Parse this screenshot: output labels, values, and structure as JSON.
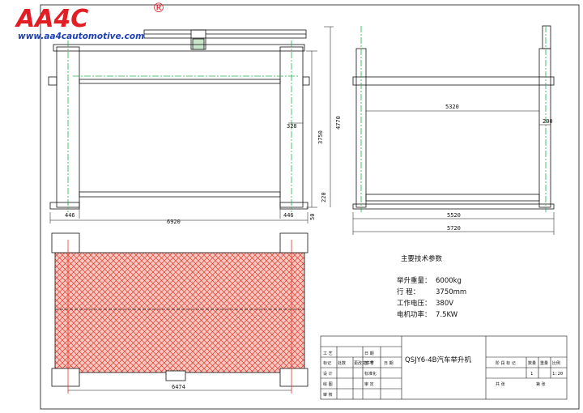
{
  "logo": {
    "brand": "AA4C",
    "registered": "®",
    "website": "www.aa4cautomotive.com",
    "colors": {
      "red": "#e21d24",
      "blue": "#1a3fb5"
    }
  },
  "colors": {
    "line": "#111111",
    "centerline": "#22b14c",
    "hatch": "#e8392b",
    "hatch_bg": "#f7c9c2"
  },
  "front_view": {
    "dim_left_base": "446",
    "dim_right_base": "446",
    "dim_total_width": "6920",
    "dim_column": "328",
    "dim_height": "3750",
    "dim_height_outer": "4770",
    "dim_bottom": "220",
    "dim_gap": "50"
  },
  "side_view": {
    "dim_inner": "5320",
    "dim_column": "200",
    "dim_base": "5520",
    "dim_total": "5720"
  },
  "top_view": {
    "dim_width": "6474"
  },
  "specs": {
    "title": "主要技术参数",
    "items": [
      {
        "label": "举升重量：",
        "value": "6000kg"
      },
      {
        "label": "行    程：",
        "value": "3750mm"
      },
      {
        "label": "工作电压：",
        "value": "380V"
      },
      {
        "label": "电机功率：",
        "value": "7.5KW"
      }
    ]
  },
  "title_block": {
    "drawing_title": "QSJY6-4B汽车举升机",
    "rev_headers": [
      "标记",
      "处数",
      "更改文件号",
      "签 字",
      "日 期"
    ],
    "sign_rows": [
      {
        "left": "设 计",
        "right": "标准化"
      },
      {
        "left": "绘 图",
        "right": "审 定"
      },
      {
        "left": "审 核",
        "right": ""
      },
      {
        "left": "工 艺",
        "right": "日 期"
      }
    ],
    "stage_label": "阶 段 标 记",
    "qty_label": "数量",
    "weight_label": "重量",
    "scale_label": "比例",
    "qty_value": "1",
    "scale_value": "1:20",
    "sheets_label": "共  张",
    "sheet_no_label": "第  张"
  }
}
